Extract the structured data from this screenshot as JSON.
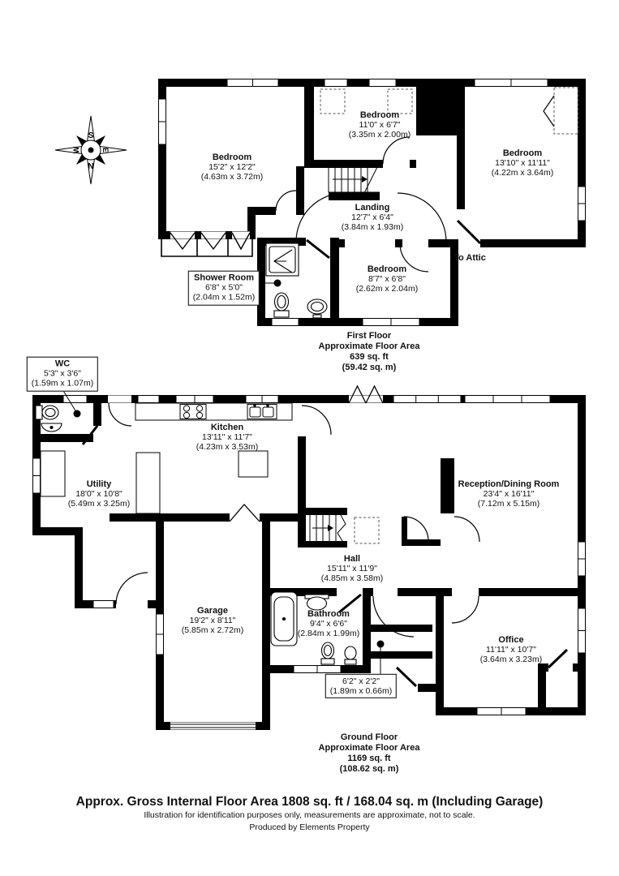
{
  "compass": {
    "north": "N",
    "south": "S",
    "east": "E",
    "west": "W"
  },
  "first_floor": {
    "rooms": [
      {
        "name": "Bedroom",
        "imperial": "15'2\" x 12'2\"",
        "metric": "(4.63m x 3.72m)"
      },
      {
        "name": "Bedroom",
        "imperial": "11'0\" x 6'7\"",
        "metric": "(3.35m x 2.00m)"
      },
      {
        "name": "Bedroom",
        "imperial": "13'10\" x 11'11\"",
        "metric": "(4.22m x 3.64m)"
      },
      {
        "name": "Landing",
        "imperial": "12'7\" x 6'4\"",
        "metric": "(3.84m x 1.93m)"
      },
      {
        "name": "Bedroom",
        "imperial": "8'7\" x 6'8\"",
        "metric": "(2.62m x 2.04m)"
      },
      {
        "name": "Shower Room",
        "imperial": "6'8\" x 5'0\"",
        "metric": "(2.04m x 1.52m)"
      }
    ],
    "to_attic_label": "To Attic",
    "summary": {
      "title": "First Floor",
      "subtitle": "Approximate Floor Area",
      "area_ft": "639 sq. ft",
      "area_m": "(59.42 sq. m)"
    }
  },
  "ground_floor": {
    "rooms": [
      {
        "name": "WC",
        "imperial": "5'3\" x 3'6\"",
        "metric": "(1.59m x 1.07m)"
      },
      {
        "name": "Kitchen",
        "imperial": "13'11\" x 11'7\"",
        "metric": "(4.23m x 3.53m)"
      },
      {
        "name": "Utility",
        "imperial": "18'0\" x 10'8\"",
        "metric": "(5.49m x 3.25m)"
      },
      {
        "name": "Reception/Dining Room",
        "imperial": "23'4\" x 16'11\"",
        "metric": "(7.12m x 5.15m)"
      },
      {
        "name": "Hall",
        "imperial": "15'11\" x 11'9\"",
        "metric": "(4.85m x 3.58m)"
      },
      {
        "name": "Garage",
        "imperial": "19'2\" x 8'11\"",
        "metric": "(5.85m x 2.72m)"
      },
      {
        "name": "Bathroom",
        "imperial": "9'4\" x 6'6\"",
        "metric": "(2.84m x 1.99m)"
      },
      {
        "name": "Office",
        "imperial": "11'11\" x 10'7\"",
        "metric": "(3.64m x 3.23m)"
      },
      {
        "imperial": "6'2\" x 2'2\"",
        "metric": "(1.89m x 0.66m)"
      }
    ],
    "summary": {
      "title": "Ground Floor",
      "subtitle": "Approximate Floor Area",
      "area_ft": "1169 sq. ft",
      "area_m": "(108.62 sq. m)"
    }
  },
  "footer": {
    "line1": "Approx. Gross Internal Floor Area 1808 sq. ft / 168.04 sq. m (Including Garage)",
    "line2": "Illustration for identification purposes only, measurements are approximate, not to scale.",
    "line3": "Produced by Elements Property"
  }
}
